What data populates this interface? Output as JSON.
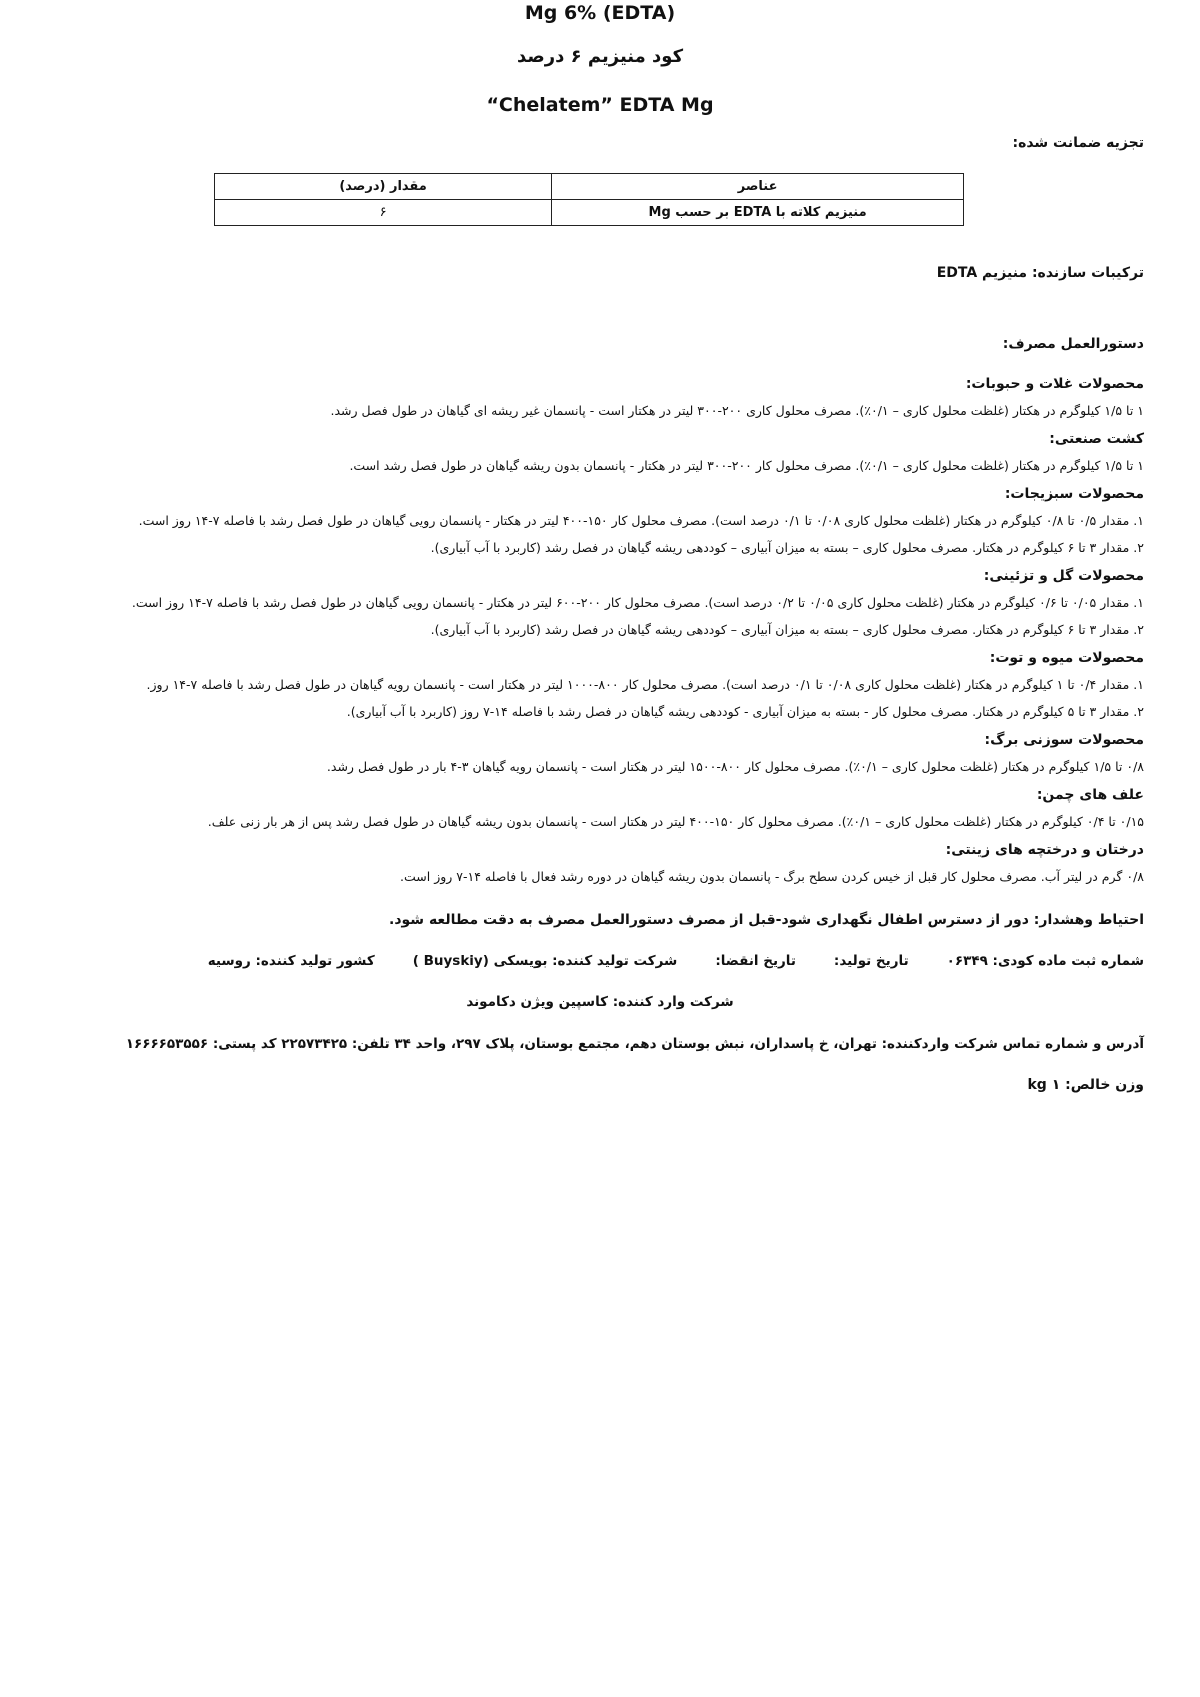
{
  "header": {
    "title": "Mg 6% (EDTA)",
    "title_fa": "کود منیزیم ۶ درصد",
    "brand": "“Chelatem” EDTA Mg"
  },
  "guaranteed_analysis": {
    "label": "تجزیه ضمانت شده:",
    "col_elements": "عناصر",
    "col_amount": "مقدار (درصد)",
    "rows": [
      {
        "element": "منیزیم کلاته با EDTA بر حسب Mg",
        "amount": "۶"
      }
    ]
  },
  "ingredients": "ترکیبات سازنده: منیزیم EDTA",
  "instructions": {
    "label": "دستورالعمل مصرف:",
    "sections": [
      {
        "heading": "محصولات غلات و حبوبات:",
        "lines": [
          "۱ تا ۱/۵ کیلوگرم در هکتار (غلظت محلول کاری – ۰/۱٪). مصرف محلول کاری ۲۰۰-۳۰۰ لیتر در هکتار است - پانسمان غیر ریشه ای گیاهان در طول فصل رشد."
        ]
      },
      {
        "heading": "کشت صنعتی:",
        "lines": [
          "۱ تا ۱/۵ کیلوگرم در هکتار (غلظت محلول کاری – ۰/۱٪). مصرف محلول کار ۲۰۰-۳۰۰ لیتر در هکتار - پانسمان بدون ریشه گیاهان در طول فصل رشد است."
        ]
      },
      {
        "heading": "محصولات سبزیجات:",
        "lines": [
          "۱. مقدار ۰/۵ تا ۰/۸ کیلوگرم در هکتار (غلظت محلول کاری ۰/۰۸ تا ۰/۱ درصد است). مصرف محلول کار ۱۵۰-۴۰۰ لیتر در هکتار - پانسمان رویی گیاهان در طول فصل رشد با فاصله ۷-۱۴ روز است.",
          "۲. مقدار ۳ تا ۶ کیلوگرم در هکتار. مصرف محلول کاری – بسته به میزان آبیاری – کوددهی ریشه گیاهان در فصل رشد (کاربرد با آب آبیاری)."
        ]
      },
      {
        "heading": "محصولات گل و تزئینی:",
        "lines": [
          "۱. مقدار ۰/۰۵ تا ۰/۶ کیلوگرم در هکتار (غلظت محلول کاری ۰/۰۵ تا ۰/۲ درصد است). مصرف محلول کار ۲۰۰-۶۰۰ لیتر در هکتار - پانسمان رویی گیاهان در طول فصل رشد با فاصله ۷-۱۴ روز است.",
          "۲. مقدار ۳ تا ۶ کیلوگرم در هکتار. مصرف محلول کاری – بسته به میزان آبیاری – کوددهی ریشه گیاهان در فصل رشد (کاربرد با آب آبیاری)."
        ]
      },
      {
        "heading": "محصولات میوه و توت:",
        "lines": [
          "۱. مقدار ۰/۴ تا ۱ کیلوگرم در هکتار (غلظت محلول کاری ۰/۰۸ تا ۰/۱ درصد است). مصرف محلول کار ۸۰۰-۱۰۰۰ لیتر در هکتار است - پانسمان رویه گیاهان در طول فصل رشد با فاصله ۷-۱۴ روز.",
          "۲. مقدار ۳ تا ۵ کیلوگرم در هکتار. مصرف محلول کار - بسته به میزان آبیاری - کوددهی ریشه گیاهان در فصل رشد با فاصله ۱۴-۷ روز (کاربرد با آب آبیاری)."
        ]
      },
      {
        "heading": "محصولات سوزنی برگ:",
        "lines": [
          "۰/۸ تا ۱/۵ کیلوگرم در هکتار (غلظت محلول کاری – ۰/۱٪). مصرف محلول کار ۸۰۰-۱۵۰۰ لیتر در هکتار است - پانسمان رویه گیاهان ۳-۴ بار در طول فصل رشد."
        ]
      },
      {
        "heading": "علف های چمن:",
        "lines": [
          "۰/۱۵ تا ۰/۴ کیلوگرم در هکتار (غلظت محلول کاری – ۰/۱٪). مصرف محلول کار ۱۵۰-۴۰۰ لیتر در هکتار است - پانسمان بدون ریشه گیاهان در طول فصل رشد پس از هر بار زنی علف."
        ]
      },
      {
        "heading": "درختان و درختچه های زینتی:",
        "lines": [
          "۰/۸ گرم در لیتر آب. مصرف محلول کار قبل از خیس کردن سطح برگ - پانسمان بدون ریشه گیاهان در دوره رشد فعال با فاصله ۱۴-۷ روز است."
        ]
      }
    ]
  },
  "warning": "احتیاط وهشدار: دور از دسترس اطفال نگهداری شود-قبل از مصرف دستورالعمل مصرف به دقت مطالعه شود.",
  "product_info": {
    "registration": "شماره ثبت ماده کودی: ۰۶۳۴۹",
    "production_date": "تاریخ تولید:",
    "expiry_date": "تاریخ انقضا:",
    "manufacturer": "شرکت تولید کننده: بویسکی (Buyskiy )",
    "country": "کشور تولید کننده: روسیه"
  },
  "importer": "شرکت وارد کننده: کاسپین ویژن دکاموند",
  "contact": "آدرس و شماره تماس شرکت واردکننده: تهران، خ پاسداران، نبش بوستان دهم، مجتمع بوستان، پلاک ۲۹۷، واحد ۳۴ تلفن: ۲۲۵۷۳۴۲۵ کد پستی: ۱۶۶۶۶۵۳۵۵۶",
  "net_weight": "وزن خالص: ۱ kg"
}
